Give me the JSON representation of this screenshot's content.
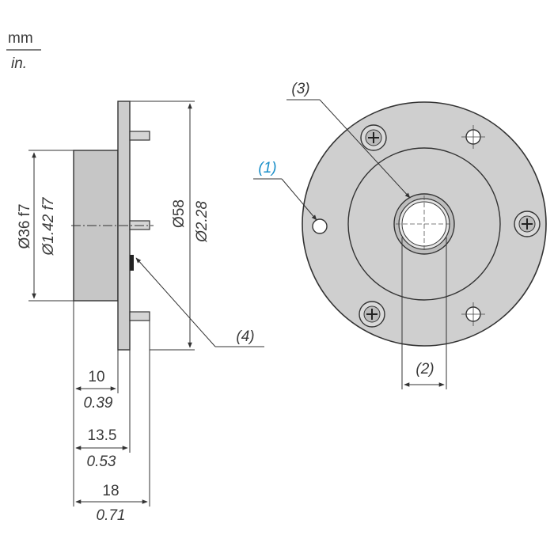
{
  "units": {
    "primary": "mm",
    "secondary": "in."
  },
  "side_view": {
    "body_diameter": {
      "mm": "Ø36 f7",
      "in": "Ø1.42 f7"
    },
    "flange_diameter": {
      "mm": "Ø58",
      "in": "Ø2.28"
    },
    "dim_10": {
      "mm": "10",
      "in": "0.39"
    },
    "dim_13_5": {
      "mm": "13.5",
      "in": "0.53"
    },
    "dim_18": {
      "mm": "18",
      "in": "0.71"
    }
  },
  "callouts": {
    "c1": "(1)",
    "c2": "(2)",
    "c3": "(3)",
    "c4": "(4)"
  },
  "colors": {
    "line": "#333333",
    "face": "#cfcfcf",
    "body": "#c6c6c6",
    "callout_highlight": "#1a8fc9"
  }
}
